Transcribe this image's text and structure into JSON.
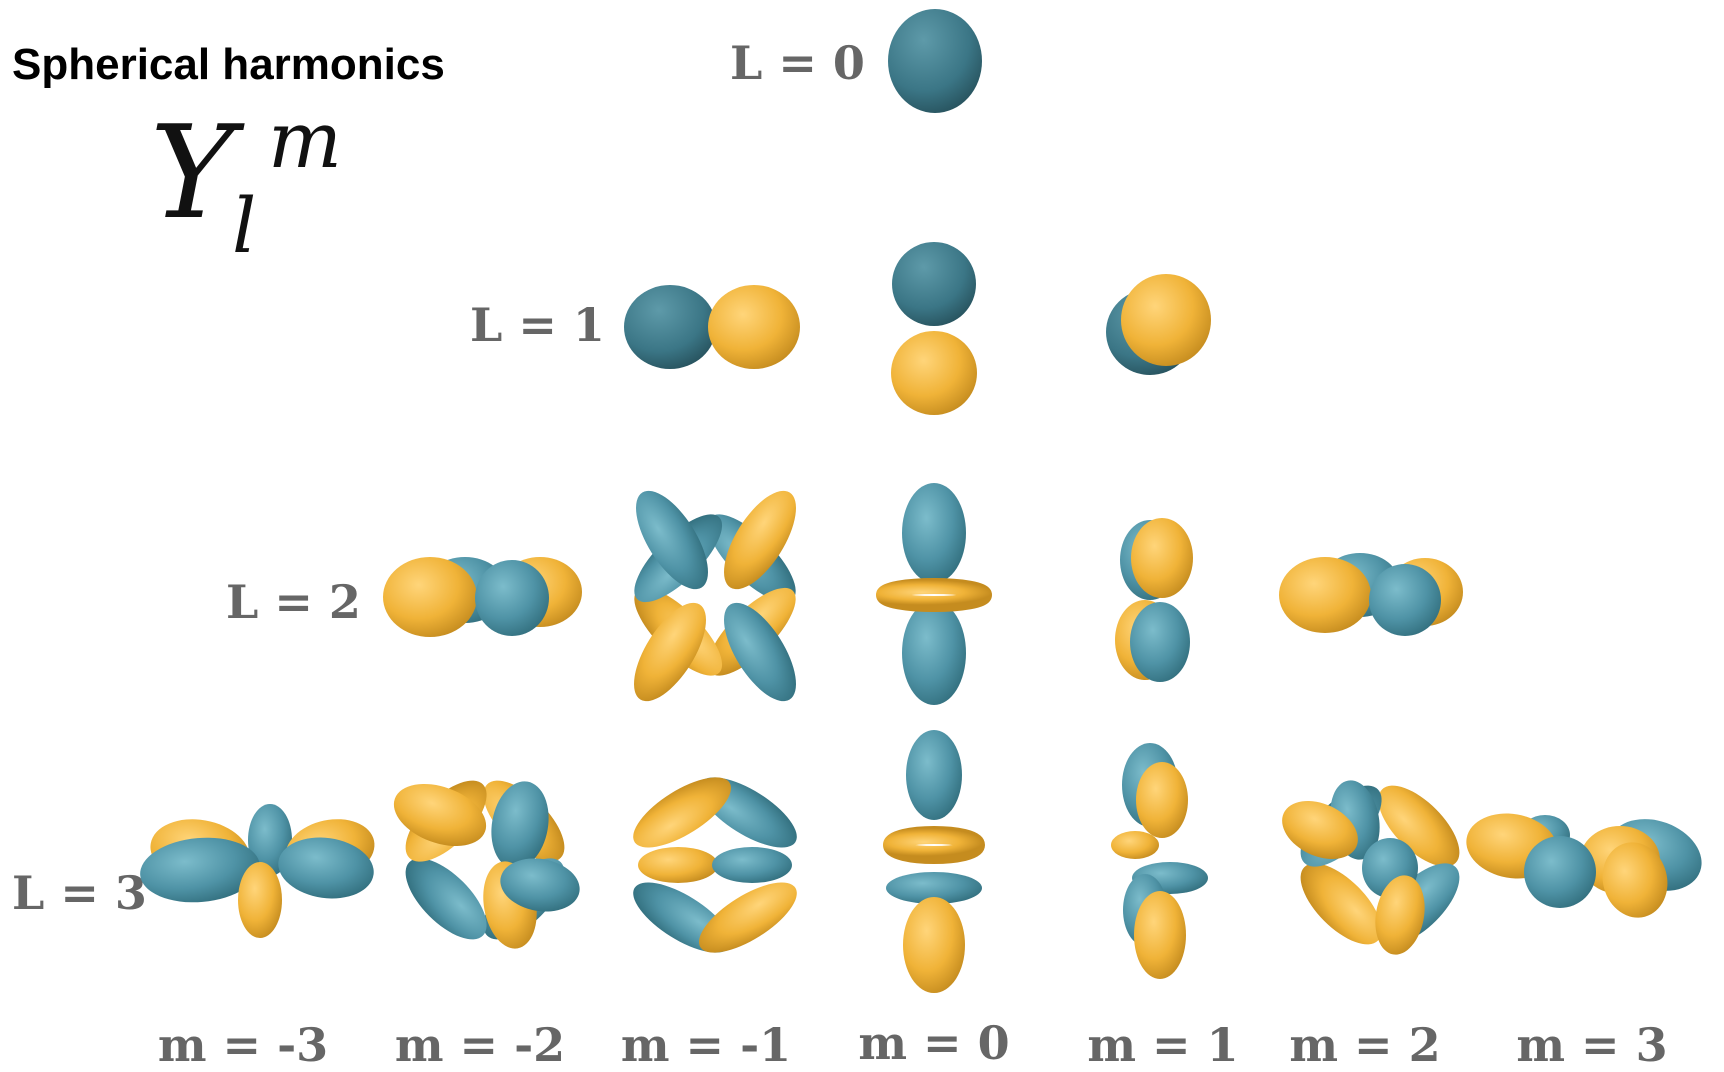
{
  "title": "Spherical harmonics",
  "formula": {
    "symbol": "Y",
    "superscript": "m",
    "subscript": "l"
  },
  "colors": {
    "positive_lobe": "#4f93a6",
    "negative_lobe": "#f0b338",
    "label": "#666666"
  },
  "rows": [
    {
      "label": "L = 0",
      "l": 0
    },
    {
      "label": "L = 1",
      "l": 1
    },
    {
      "label": "L = 2",
      "l": 2
    },
    {
      "label": "L = 3",
      "l": 3
    }
  ],
  "columns": [
    {
      "label": "m = -3",
      "m": -3
    },
    {
      "label": "m = -2",
      "m": -2
    },
    {
      "label": "m = -1",
      "m": -1
    },
    {
      "label": "m = 0",
      "m": 0
    },
    {
      "label": "m = 1",
      "m": 1
    },
    {
      "label": "m = 2",
      "m": 2
    },
    {
      "label": "m = 3",
      "m": 3
    }
  ]
}
